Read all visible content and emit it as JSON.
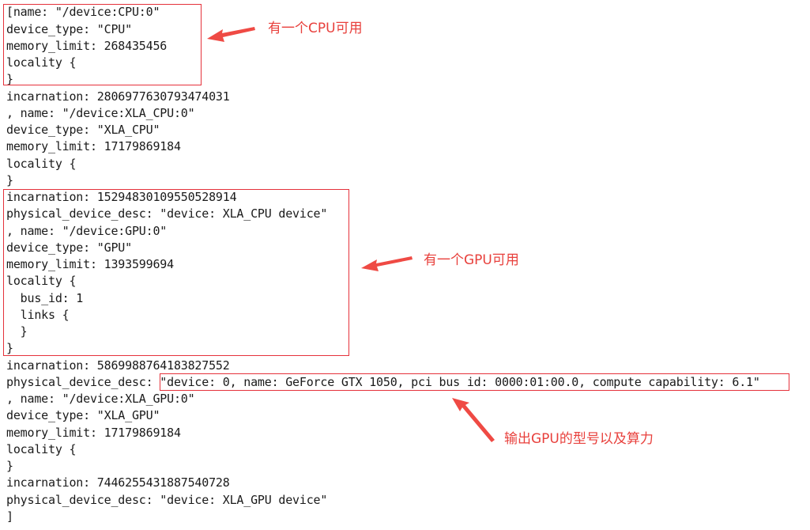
{
  "console": {
    "lines": [
      "[name: \"/device:CPU:0\"",
      "device_type: \"CPU\"",
      "memory_limit: 268435456",
      "locality {",
      "}",
      "incarnation: 2806977630793474031",
      ", name: \"/device:XLA_CPU:0\"",
      "device_type: \"XLA_CPU\"",
      "memory_limit: 17179869184",
      "locality {",
      "}",
      "incarnation: 15294830109550528914",
      "physical_device_desc: \"device: XLA_CPU device\"",
      ", name: \"/device:GPU:0\"",
      "device_type: \"GPU\"",
      "memory_limit: 1393599694",
      "locality {",
      "  bus_id: 1",
      "  links {",
      "  }",
      "}",
      "incarnation: 5869988764183827552",
      "physical_device_desc: \"device: 0, name: GeForce GTX 1050, pci bus id: 0000:01:00.0, compute capability: 6.1\"",
      ", name: \"/device:XLA_GPU:0\"",
      "device_type: \"XLA_GPU\"",
      "memory_limit: 17179869184",
      "locality {",
      "}",
      "incarnation: 7446255431887540728",
      "physical_device_desc: \"device: XLA_GPU device\"",
      "]"
    ]
  },
  "annotations": {
    "cpu_note": "有一个CPU可用",
    "gpu_note": "有一个GPU可用",
    "gpu_model_note": "输出GPU的型号以及算力",
    "color": "#e8403c"
  }
}
